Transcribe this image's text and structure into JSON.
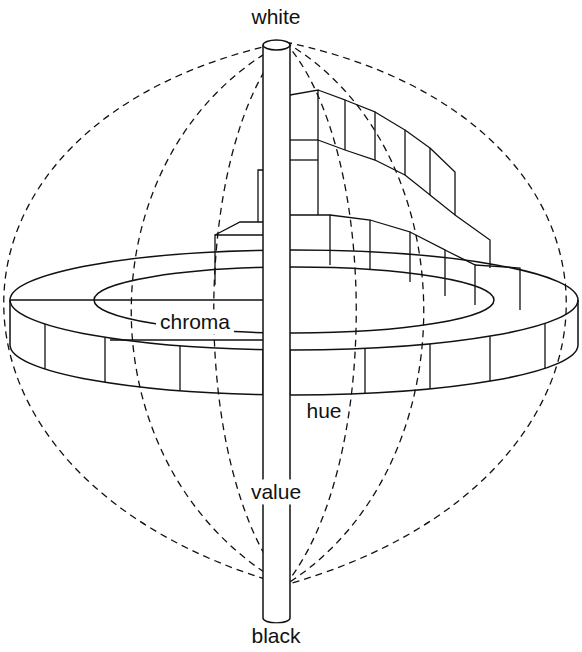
{
  "diagram": {
    "labels": [
      "white",
      "chroma",
      "hue",
      "value",
      "black"
    ]
  }
}
